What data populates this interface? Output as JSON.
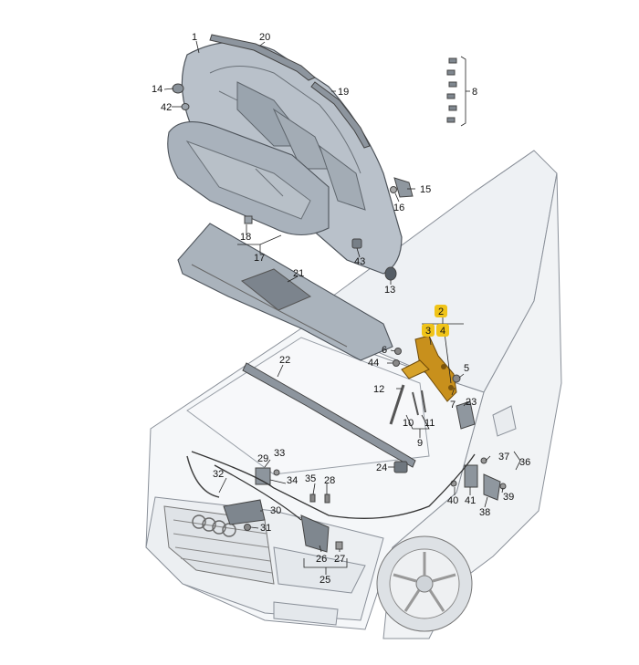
{
  "callouts": {
    "n1": "1",
    "n2": "2",
    "n3": "3",
    "n4": "4",
    "n5": "5",
    "n6": "6",
    "n7": "7",
    "n8": "8",
    "n9": "9",
    "n10": "10",
    "n11": "11",
    "n12": "12",
    "n13": "13",
    "n14": "14",
    "n15": "15",
    "n16": "16",
    "n17": "17",
    "n18": "18",
    "n19": "19",
    "n20": "20",
    "n21": "21",
    "n22": "22",
    "n23": "23",
    "n24": "24",
    "n25": "25",
    "n26": "26",
    "n27": "27",
    "n28": "28",
    "n29": "29",
    "n30": "30",
    "n31": "31",
    "n32": "32",
    "n33": "33",
    "n34": "34",
    "n35": "35",
    "n36": "36",
    "n37": "37",
    "n38": "38",
    "n39": "39",
    "n40": "40",
    "n41": "41",
    "n42": "42",
    "n43": "43",
    "n44": "44"
  },
  "highlighted_parts": [
    "2",
    "3",
    "4"
  ],
  "colors": {
    "highlight": "#f0c419",
    "line": "#5a5f66",
    "hood": "#b9c1ca",
    "insulation": "#a9b2bc",
    "body": "#f3f5f7",
    "hinge": "#c8901c"
  }
}
